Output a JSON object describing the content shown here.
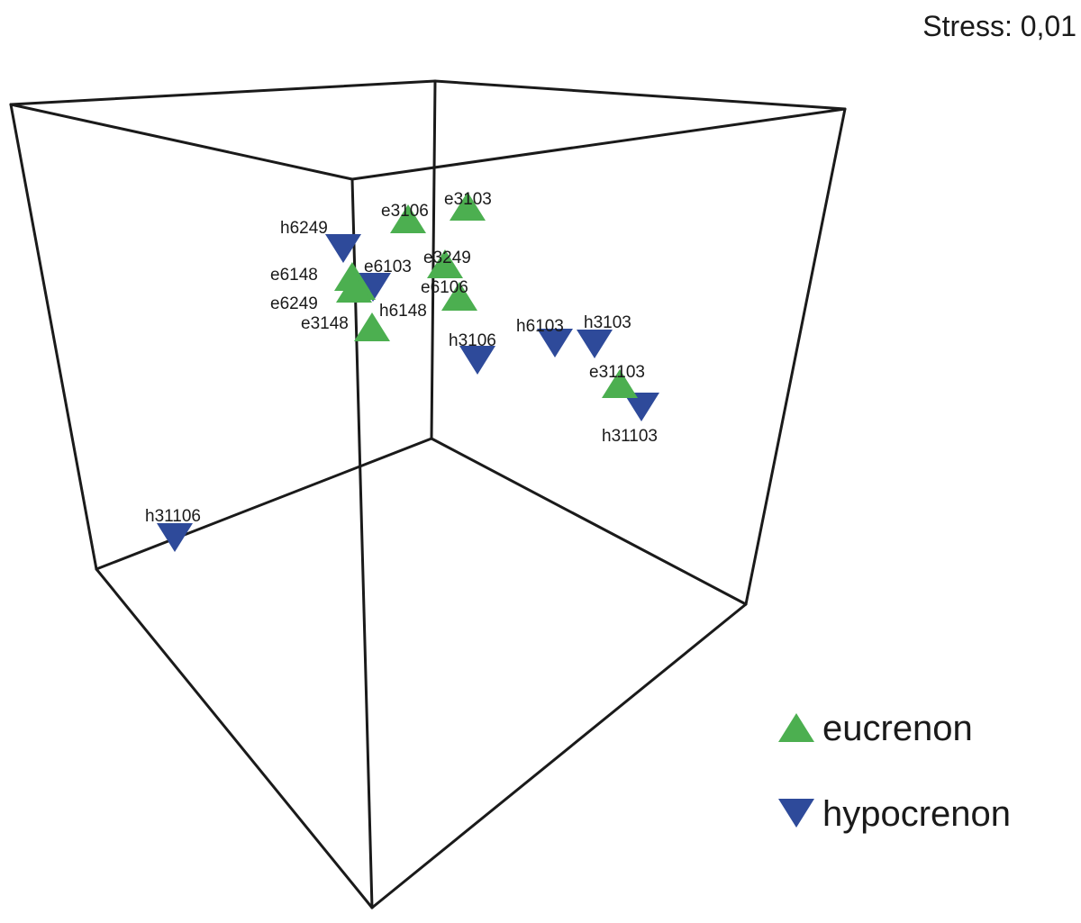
{
  "chart_data": {
    "type": "scatter",
    "title": "",
    "annotation": "Stress: 0,01",
    "axes": "3d-box",
    "grid": false,
    "legend_position": "bottom-right",
    "series": [
      {
        "name": "eucrenon",
        "marker": "triangle-up",
        "color": "#4caf50",
        "points": [
          "e3106",
          "e3103",
          "e3249",
          "e6103",
          "e6148",
          "e6106",
          "e6249",
          "e3148",
          "e31103"
        ]
      },
      {
        "name": "hypocrenon",
        "marker": "triangle-down",
        "color": "#2e4a9a",
        "points": [
          "h6249",
          "h6148",
          "h3106",
          "h6103",
          "h3103",
          "h31103",
          "h31106"
        ]
      }
    ]
  }
}
